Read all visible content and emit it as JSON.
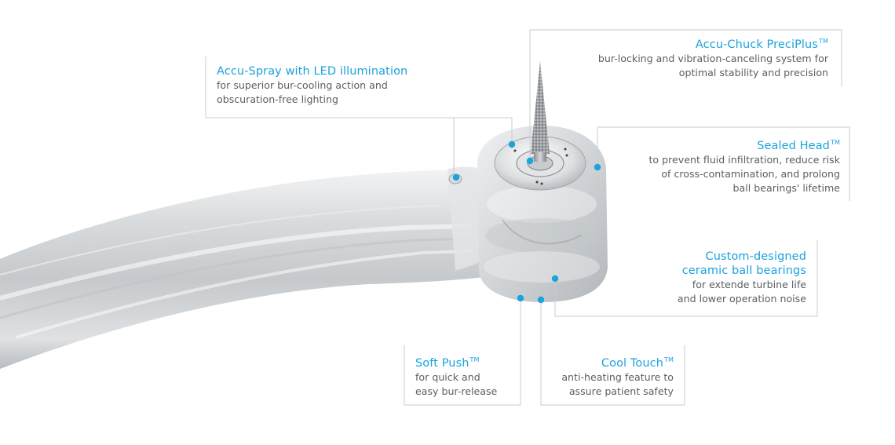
{
  "callouts": {
    "accu_spray": {
      "title": "Accu-Spray with LED illumination",
      "tm": "",
      "desc_line1": "for superior bur-cooling action and",
      "desc_line2": "obscuration-free lighting"
    },
    "accu_chuck": {
      "title": "Accu-Chuck PreciPlus",
      "tm": "TM",
      "desc_line1": "bur-locking and vibration-canceling system for",
      "desc_line2": "optimal stability and precision"
    },
    "sealed_head": {
      "title": "Sealed Head",
      "tm": "TM",
      "desc_line1": "to prevent fluid infiltration, reduce risk",
      "desc_line2": "of cross-contamination, and prolong",
      "desc_line3": "ball bearings' lifetime"
    },
    "ceramic": {
      "title_line1": "Custom-designed",
      "title_line2": "ceramic ball bearings",
      "desc_line1": "for extende turbine life",
      "desc_line2": "and lower operation noise"
    },
    "soft_push": {
      "title": "Soft Push",
      "tm": "TM",
      "desc_line1": "for quick and",
      "desc_line2": "easy bur-release"
    },
    "cool_touch": {
      "title": "Cool Touch",
      "tm": "TM",
      "desc_line1": "anti-heating feature to",
      "desc_line2": "assure patient safety"
    }
  },
  "colors": {
    "accent": "#1aa3dc",
    "leader_line": "#c9cbcd",
    "text": "#5a5f63",
    "metal_light": "#e6e8ea",
    "metal_dark": "#a9adb1"
  },
  "icons": {
    "marker": "cyan-dot-icon"
  }
}
